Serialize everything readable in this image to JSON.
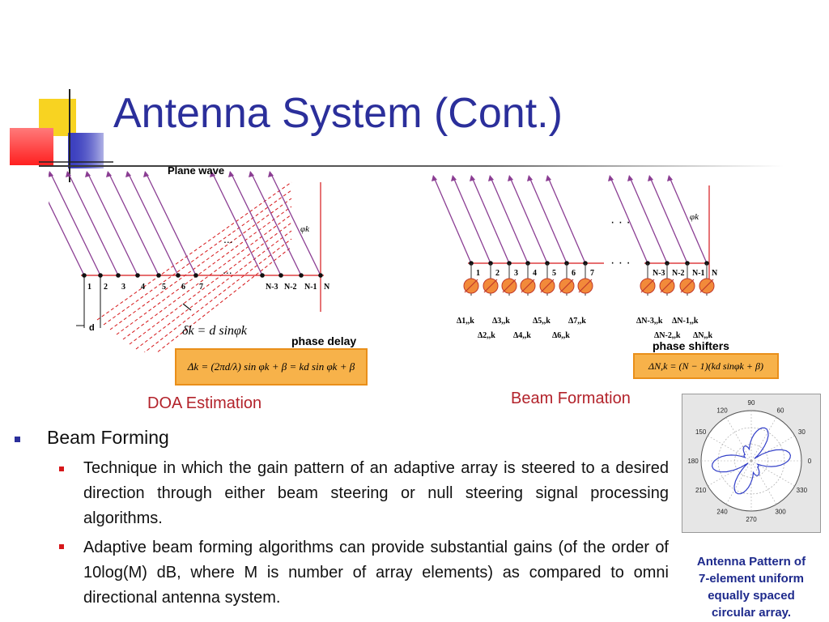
{
  "title": "Antenna System (Cont.)",
  "left_diagram": {
    "plane_wave_label": "Plane wave",
    "element_labels": [
      "1",
      "2",
      "3",
      "4",
      "5",
      "6",
      "7",
      "N-3",
      "N-2",
      "N-1",
      "N"
    ],
    "ellipsis": "...",
    "angle_label": "φk",
    "spacing_label": "d",
    "delay_formula": "δk = d sinφk",
    "phase_delay_label": "phase delay",
    "phase_formula": "Δk = (2πd/λ) sin φk + β = kd sin φk + β",
    "caption": "DOA Estimation"
  },
  "right_diagram": {
    "element_labels": [
      "1",
      "2",
      "3",
      "4",
      "5",
      "6",
      "7",
      "N-3",
      "N-2",
      "N-1",
      "N"
    ],
    "ellipsis": "· · ·",
    "angle_label": "φk",
    "delta_labels_row1": [
      "Δ1,,k",
      "Δ3,,k",
      "Δ5,,k",
      "Δ7,,k",
      "ΔN-3,,k",
      "ΔN-1,,k"
    ],
    "delta_labels_row2": [
      "Δ2,,k",
      "Δ4,,k",
      "Δ6,,k",
      "ΔN-2,,k",
      "ΔN,,k"
    ],
    "phase_shifters_label": "phase shifters",
    "phase_formula": "ΔN,k = (N − 1)(kd sinφk + β)",
    "caption": "Beam Formation"
  },
  "polar_plot": {
    "angle_labels": [
      "90",
      "60",
      "30",
      "0",
      "330",
      "300",
      "270",
      "240",
      "210",
      "180",
      "150",
      "120"
    ],
    "caption_lines": [
      "Antenna Pattern of",
      "7-element uniform",
      "equally spaced",
      "circular array."
    ]
  },
  "bullets": {
    "main": "Beam Forming",
    "sub": [
      "Technique in which the gain pattern of an adaptive array is steered to a desired direction through either beam steering or null steering signal processing algorithms.",
      "Adaptive beam forming algorithms can provide substantial gains (of the order of 10log(M) dB, where M is number of array elements) as compared to omni directional antenna system."
    ]
  },
  "colors": {
    "title": "#2b2f9b",
    "caption_red": "#b3232b",
    "formula_box": "#f7b24a",
    "ray_purple": "#8b3e93",
    "baseline_red": "#d6171a",
    "polar_caption": "#1e2a8c"
  }
}
